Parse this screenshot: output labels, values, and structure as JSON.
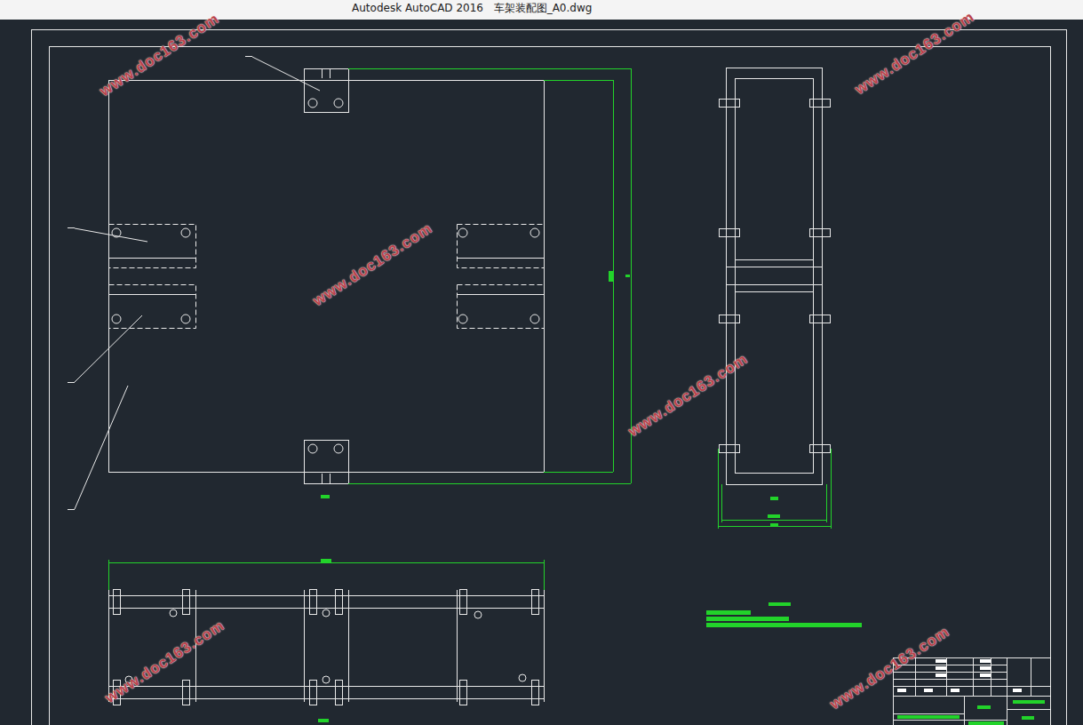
{
  "diagram": {
    "labels": [
      "Autodesk AutoCAD 2016",
      "车架装配图_A0.dwg",
      "www.doc163.com",
      "www.doc163.com",
      "www.doc163.com",
      "www.doc163.com",
      "www.doc163.com",
      "www.doc163.com"
    ]
  }
}
